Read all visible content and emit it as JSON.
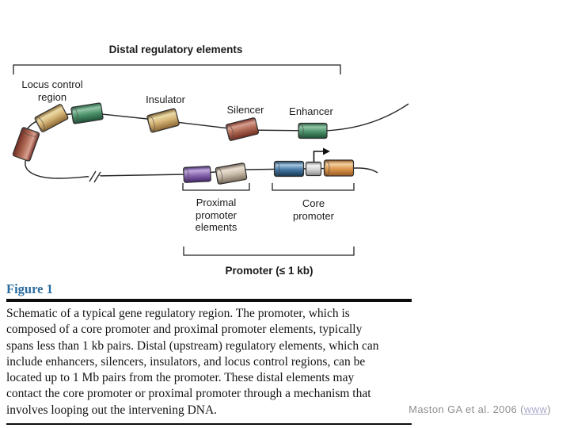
{
  "diagram": {
    "title": "Distal regulatory elements",
    "locus_label": [
      "Locus control",
      "region"
    ],
    "insulator_label": "Insulator",
    "silencer_label": "Silencer",
    "enhancer_label": "Enhancer",
    "proximal_label": [
      "Proximal",
      "promoter",
      "elements"
    ],
    "core_label": [
      "Core",
      "promoter"
    ],
    "promoter_label": "Promoter (≤ 1 kb)",
    "elements": [
      {
        "name": "locus-control-region",
        "cylinder_colors": [
          "#a65544",
          "#d9b978",
          "#3e8e63"
        ]
      },
      {
        "name": "insulator",
        "cylinder_color": "#d9b978"
      },
      {
        "name": "silencer",
        "cylinder_color": "#b06a55"
      },
      {
        "name": "enhancer",
        "cylinder_color": "#4e946c"
      },
      {
        "name": "proximal-promoter-elements",
        "cylinder_colors": [
          "#8a68b0",
          "#cabcaa"
        ]
      },
      {
        "name": "core-promoter",
        "cylinder_colors": [
          "#4678a5",
          "#d0d0d0",
          "#dd9950"
        ]
      }
    ]
  },
  "figure": {
    "label": "Figure 1",
    "caption_lines": [
      "Schematic of a typical gene regulatory region. The promoter, which is",
      "composed of a core promoter and proximal promoter elements, typically",
      "spans less than 1 kb pairs. Distal (upstream) regulatory elements, which can",
      "include enhancers, silencers, insulators, and locus control regions, can be",
      "located up to 1 Mb pairs from the promoter. These distal elements may",
      "contact the core promoter or proximal promoter through a mechanism that",
      "involves looping out the intervening DNA."
    ]
  },
  "citation": {
    "prefix": "Maston GA et al. 2006 (",
    "link_text": "www",
    "suffix": ")"
  },
  "colors": {
    "figure_label": "#2a6b9e",
    "caption_text": "#141414",
    "citation_text": "#8f8f8f",
    "citation_link": "#a9a9ce"
  }
}
